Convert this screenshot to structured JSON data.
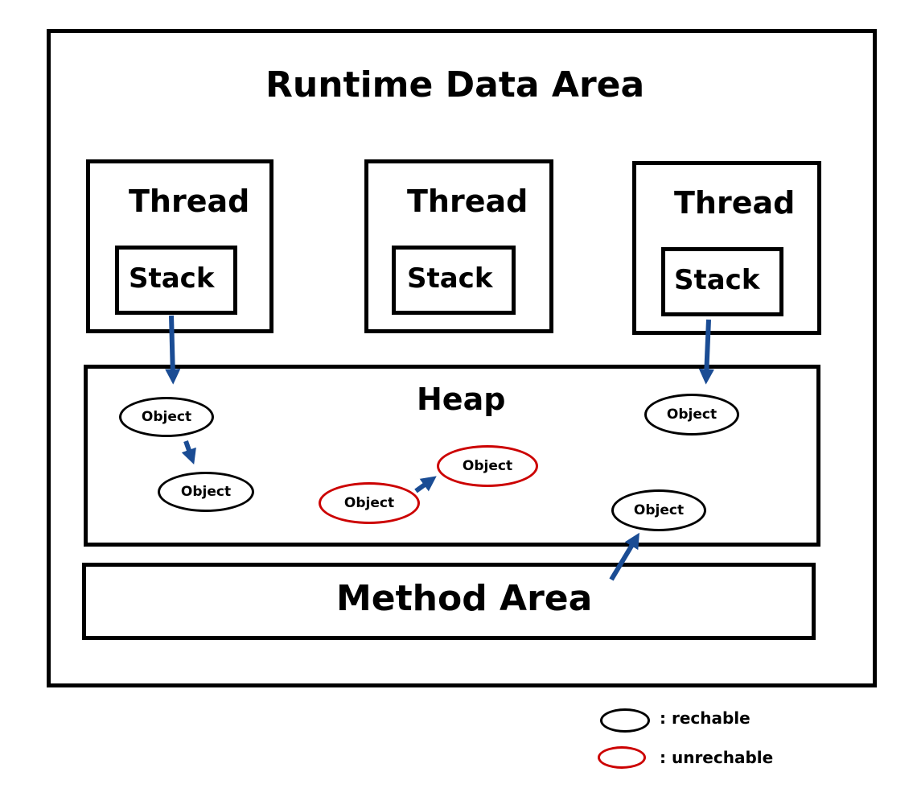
{
  "title": "Runtime Data Area",
  "threads": [
    {
      "label": "Thread",
      "stack": "Stack"
    },
    {
      "label": "Thread",
      "stack": "Stack"
    },
    {
      "label": "Thread",
      "stack": "Stack"
    }
  ],
  "heap": {
    "label": "Heap",
    "objects": [
      {
        "label": "Object",
        "state": "reachable"
      },
      {
        "label": "Object",
        "state": "reachable"
      },
      {
        "label": "Object",
        "state": "unreachable"
      },
      {
        "label": "Object",
        "state": "unreachable"
      },
      {
        "label": "Object",
        "state": "reachable"
      },
      {
        "label": "Object",
        "state": "reachable"
      }
    ]
  },
  "method_area": {
    "label": "Method Area"
  },
  "legend": {
    "reachable": ": rechable",
    "unreachable": ": unrechable"
  },
  "colors": {
    "arrow": "#1a4c94",
    "unreachable": "#cc0000",
    "reachable": "#000000"
  }
}
